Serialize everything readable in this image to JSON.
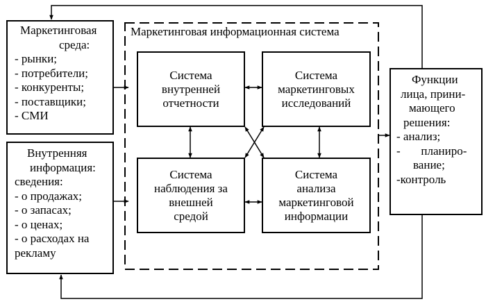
{
  "environment": {
    "lines": [
      "Маркетинговая",
      "среда:",
      "- рынки;",
      "- потребители;",
      "- конкуренты;",
      "- поставщики;",
      "- СМИ"
    ]
  },
  "internal": {
    "lines": [
      "Внутренняя",
      "информация:",
      "сведения:",
      "- о продажах;",
      "- о запасах;",
      "- о ценах;",
      "- о расходах на",
      "рекламу"
    ]
  },
  "system": {
    "title": "Маркетинговая информационная система",
    "subsystems": [
      {
        "lines": [
          "Система",
          "внутренней",
          "отчетности"
        ]
      },
      {
        "lines": [
          "Система",
          "маркетинговых",
          "исследований"
        ]
      },
      {
        "lines": [
          "Система",
          "наблюдения за",
          "внешней",
          "средой"
        ]
      },
      {
        "lines": [
          "Система",
          "анализа",
          "маркетинговой",
          "информации"
        ]
      }
    ]
  },
  "decision": {
    "lines": [
      "Функции",
      "лица, прини-",
      "мающего",
      "решения:",
      "- анализ;",
      "-       планиро-",
      "вание;",
      "-контроль"
    ]
  }
}
